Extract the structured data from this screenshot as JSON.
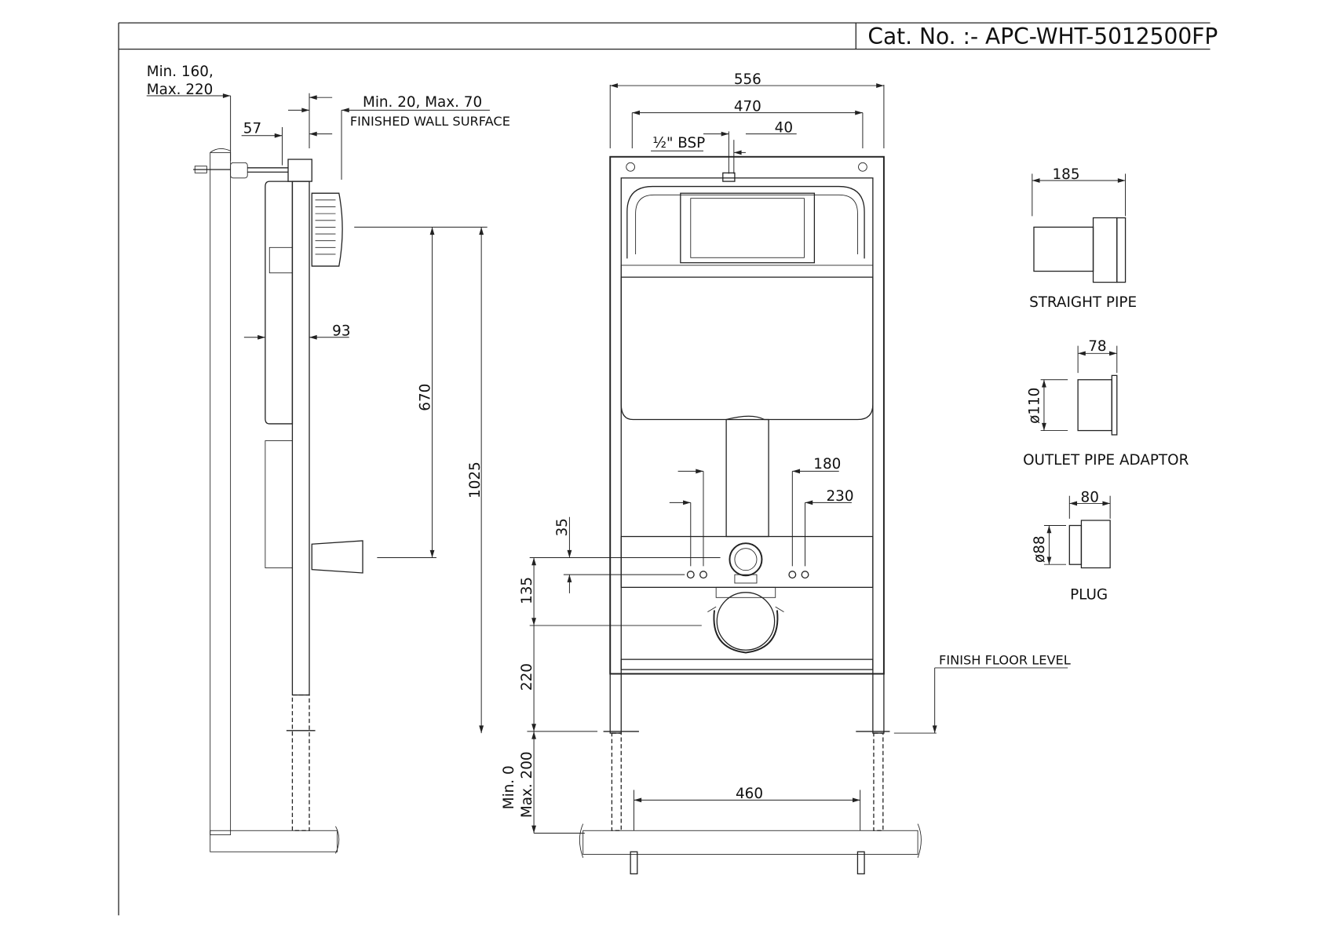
{
  "title_block": {
    "catalog_number": "Cat. No. :- APC-WHT-5012500FP"
  },
  "side_view": {
    "wall_depth_line1": "Min. 160,",
    "wall_depth_line2": "Max. 220",
    "bolt_offset": "57",
    "wall_finish_range": "Min. 20, Max. 70",
    "finished_wall_surface": "FINISHED WALL SURFACE",
    "frame_depth": "93",
    "flush_to_outlet": "670",
    "flush_to_floor": "1025"
  },
  "front_view": {
    "overall_width": "556",
    "inner_width": "470",
    "bsp": "½\" BSP",
    "inlet_offset": "40",
    "stud_spacing_inner": "180",
    "stud_spacing_outer": "230",
    "outlet_offset": "35",
    "outlet_to_drain": "135",
    "drain_height": "220",
    "leg_adjust_line1": "Min. 0",
    "leg_adjust_line2": "Max. 200",
    "foot_spacing": "460",
    "finish_floor_level": "FINISH FLOOR LEVEL"
  },
  "accessories": [
    {
      "name": "STRAIGHT PIPE",
      "dimension": "185"
    },
    {
      "name": "OUTLET PIPE ADAPTOR",
      "dimension": "78",
      "diameter": "ø110"
    },
    {
      "name": "PLUG",
      "dimension": "80",
      "diameter": "ø88"
    }
  ]
}
